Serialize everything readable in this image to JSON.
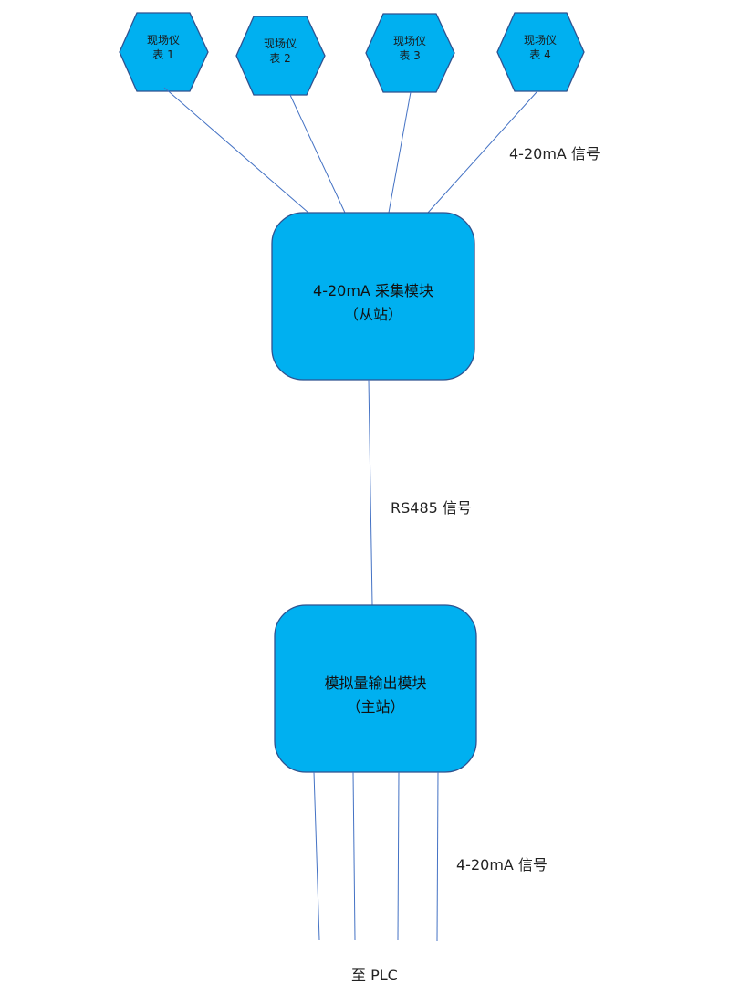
{
  "diagram": {
    "instruments": [
      {
        "line1": "现场仪",
        "line2": "表 1"
      },
      {
        "line1": "现场仪",
        "line2": "表 2"
      },
      {
        "line1": "现场仪",
        "line2": "表 3"
      },
      {
        "line1": "现场仪",
        "line2": "表 4"
      }
    ],
    "slave_module": {
      "title": "4-20mA 采集模块",
      "subtitle": "（从站）"
    },
    "master_module": {
      "title": "模拟量输出模块",
      "subtitle": "（主站）"
    },
    "labels": {
      "top_signal": "4-20mA 信号",
      "middle_signal": "RS485 信号",
      "bottom_signal": "4-20mA 信号",
      "destination": "至 PLC"
    },
    "colors": {
      "fill": "#00b0f0",
      "stroke": "#2f528f",
      "connector": "#4472c4"
    }
  }
}
